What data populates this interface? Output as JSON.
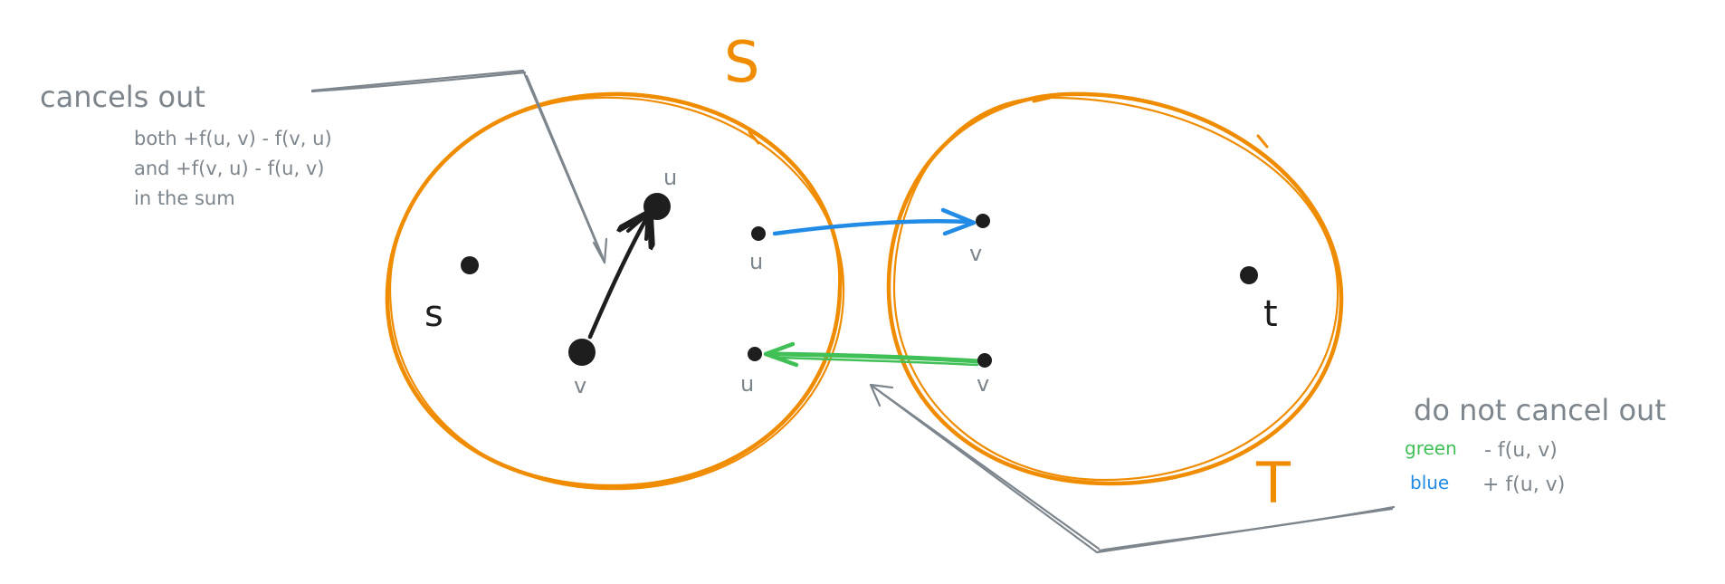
{
  "sets": {
    "left_label": "S",
    "right_label": "T"
  },
  "nodes": {
    "source": "s",
    "sink": "t",
    "inner_u": "u",
    "inner_v": "v",
    "cross_top_u": "u",
    "cross_top_v": "v",
    "cross_bottom_u": "u",
    "cross_bottom_v": "v"
  },
  "annotations": {
    "cancels": {
      "heading": "cancels out",
      "lines": [
        "both +f(u, v) - f(v, u)",
        "and +f(v, u) - f(u, v)",
        "in the sum"
      ]
    },
    "no_cancel": {
      "heading": "do not cancel out",
      "green_label": "green",
      "green_term": "- f(u, v)",
      "blue_label": "blue",
      "blue_term": "+ f(u, v)"
    }
  },
  "colors": {
    "set_outline": "#f08c00",
    "inner_edge": "#1e1e1e",
    "blue_edge": "#228be6",
    "green_edge": "#40c057",
    "annotation": "#7d858d"
  }
}
